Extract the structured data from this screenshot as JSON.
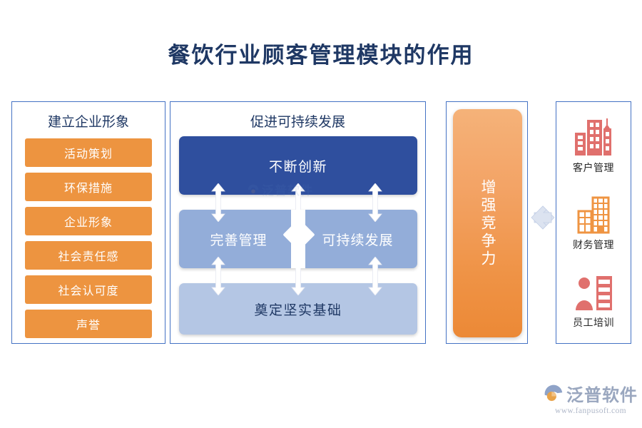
{
  "title": "餐饮行业顾客管理模块的作用",
  "colors": {
    "title": "#1f3864",
    "panel_border": "#4472c4",
    "orange_chip": "#ed9440",
    "dark_blue_band": "#2f4f9e",
    "mid_blue_band": "#93add9",
    "light_blue_band": "#b4c6e4",
    "icon_red": "#e0706d",
    "icon_orange": "#ef9442",
    "connector": "#dce3f0"
  },
  "left_panel": {
    "title": "建立企业形象",
    "items": [
      {
        "label": "活动策划"
      },
      {
        "label": "环保措施"
      },
      {
        "label": "企业形象"
      },
      {
        "label": "社会责任感"
      },
      {
        "label": "社会认可度"
      },
      {
        "label": "声誉"
      }
    ]
  },
  "center_panel": {
    "title": "促进可持续发展",
    "top_band": "不断创新",
    "mid_band_left": "完善管理",
    "mid_band_right": "可持续发展",
    "bottom_band": "奠定坚实基础",
    "arrow_icon": "double-arrow-vertical-icon",
    "diamond_icon": "diamond-icon"
  },
  "orange_panel": {
    "label": "增强竞争力"
  },
  "connector": {
    "icon": "left-right-arrow-diamond-icon"
  },
  "right_panel": {
    "items": [
      {
        "label": "客户管理",
        "icon": "city-buildings-icon"
      },
      {
        "label": "财务管理",
        "icon": "office-buildings-icon"
      },
      {
        "label": "员工培训",
        "icon": "person-training-icon"
      }
    ]
  },
  "logo": {
    "name": "泛普软件",
    "url": "www.fanpusoft.com",
    "mark": "fanpu-logo-icon"
  }
}
